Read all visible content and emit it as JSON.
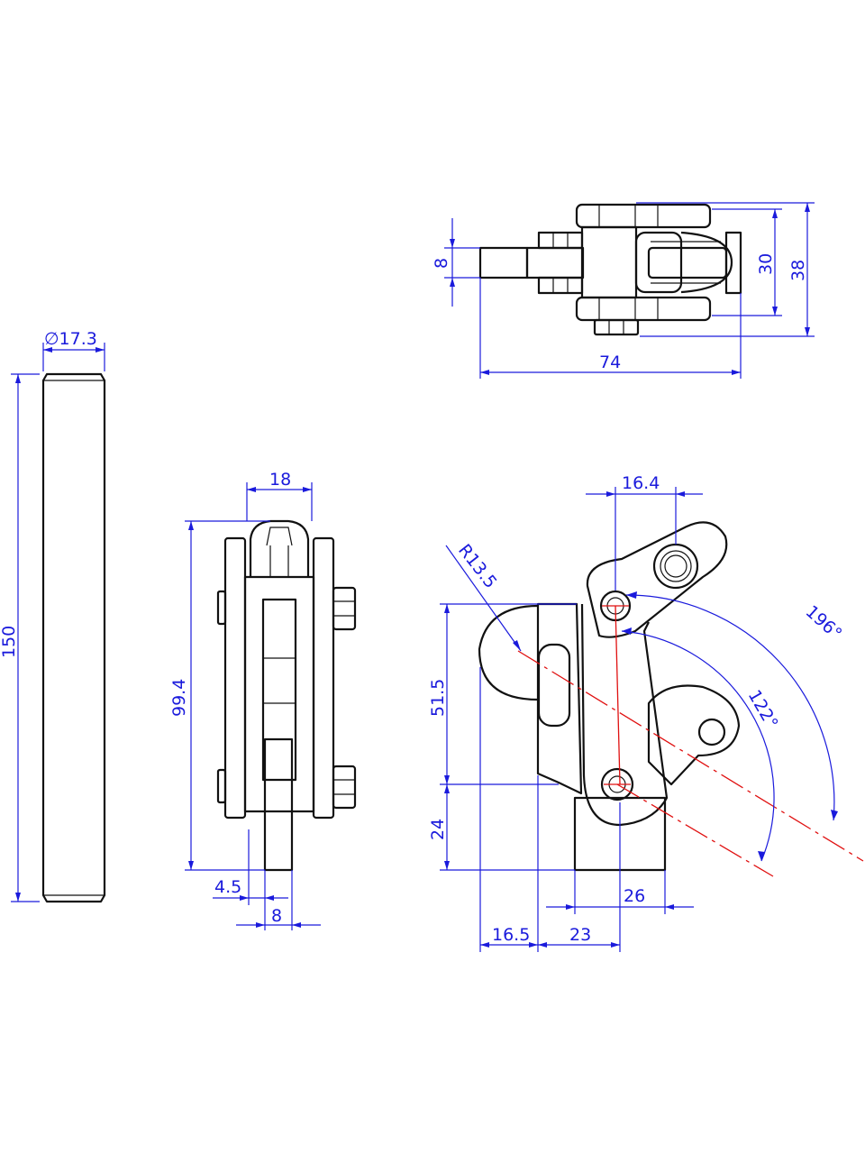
{
  "dimensions": {
    "pin_diameter": "∅17.3",
    "pin_length": "150",
    "front_width": "18",
    "front_height": "99.4",
    "front_offset": "4.5",
    "front_arm_width": "8",
    "top_arm_width": "8",
    "top_inner_width": "30",
    "top_outer_width": "38",
    "top_length": "74",
    "side_pivot_offset": "16.4",
    "side_radius": "R13.5",
    "side_height_upper": "51.5",
    "side_height_lower": "24",
    "side_base_width": "26",
    "side_offset_left": "16.5",
    "side_offset_mid": "23",
    "angle_large": "196°",
    "angle_small": "122°"
  },
  "colors": {
    "outline": "#111111",
    "dimension": "#1a1adc",
    "centerline": "#e01010"
  }
}
